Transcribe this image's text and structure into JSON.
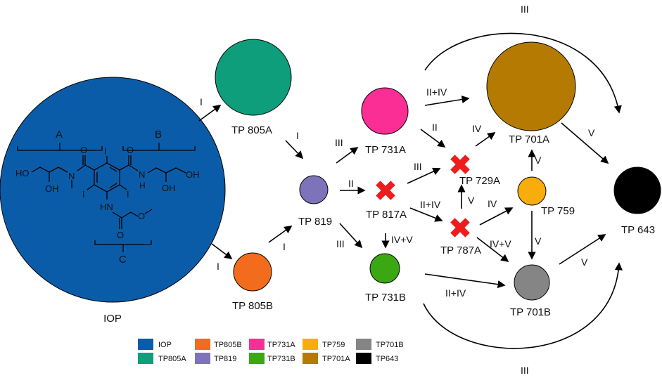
{
  "nodes": [
    {
      "id": "iop",
      "label": "IOP",
      "color": "#0b5ca8"
    },
    {
      "id": "tp805a",
      "label": "TP 805A",
      "color": "#0e9e7b"
    },
    {
      "id": "tp805b",
      "label": "TP 805B",
      "color": "#f36b1c"
    },
    {
      "id": "tp819",
      "label": "TP 819",
      "color": "#7d73bb"
    },
    {
      "id": "tp731a",
      "label": "TP 731A",
      "color": "#fb2e96"
    },
    {
      "id": "tp817a",
      "label": "TP 817A",
      "color": ""
    },
    {
      "id": "tp731b",
      "label": "TP 731B",
      "color": "#3aa713"
    },
    {
      "id": "tp729a",
      "label": "TP 729A",
      "color": ""
    },
    {
      "id": "tp787a",
      "label": "TP 787A",
      "color": ""
    },
    {
      "id": "tp701a",
      "label": "TP 701A",
      "color": "#b47a02"
    },
    {
      "id": "tp759",
      "label": "TP 759",
      "color": "#f8ad0d"
    },
    {
      "id": "tp701b",
      "label": "TP 701B",
      "color": "#858585"
    },
    {
      "id": "tp643",
      "label": "TP 643",
      "color": "#000000"
    }
  ],
  "edges": [
    {
      "id": "iop-805a",
      "label": "I"
    },
    {
      "id": "iop-805b",
      "label": "I"
    },
    {
      "id": "805a-819",
      "label": "I"
    },
    {
      "id": "805b-819",
      "label": "I"
    },
    {
      "id": "819-731a",
      "label": "III"
    },
    {
      "id": "819-817a",
      "label": "II"
    },
    {
      "id": "819-731b",
      "label": "III"
    },
    {
      "id": "731a-701a",
      "label": "II+IV"
    },
    {
      "id": "731a-729a",
      "label": "II"
    },
    {
      "id": "817a-729a",
      "label": "III"
    },
    {
      "id": "817a-787a",
      "label": "II+IV"
    },
    {
      "id": "817a-731b",
      "label": "IV+V"
    },
    {
      "id": "731b-701b",
      "label": "II+IV"
    },
    {
      "id": "729a-701a",
      "label": "IV"
    },
    {
      "id": "787a-729a",
      "label": "V"
    },
    {
      "id": "787a-759",
      "label": "IV"
    },
    {
      "id": "787a-701b",
      "label": "IV+V"
    },
    {
      "id": "759-701a",
      "label": "V"
    },
    {
      "id": "759-701b",
      "label": "V"
    },
    {
      "id": "701a-643",
      "label": "V"
    },
    {
      "id": "701b-643",
      "label": "V"
    },
    {
      "id": "arc-top",
      "label": "III"
    },
    {
      "id": "arc-bottom",
      "label": "III"
    }
  ],
  "molecule": {
    "region_a": "A",
    "region_b": "B",
    "region_c": "C",
    "atoms": {
      "I": "I",
      "HO": "HO",
      "OH": "OH",
      "O": "O",
      "N": "N",
      "H": "H",
      "HN": "HN"
    }
  },
  "legend": [
    {
      "label": "IOP",
      "color": "#0b5ca8"
    },
    {
      "label": "TP805B",
      "color": "#f36b1c"
    },
    {
      "label": "TP731A",
      "color": "#fb2e96"
    },
    {
      "label": "TP759",
      "color": "#f8ad0d"
    },
    {
      "label": "TP701B",
      "color": "#858585"
    },
    {
      "label": "TP805A",
      "color": "#0e9e7b"
    },
    {
      "label": "TP819",
      "color": "#7d73bb"
    },
    {
      "label": "TP731B",
      "color": "#3aa713"
    },
    {
      "label": "TP701A",
      "color": "#b47a02"
    },
    {
      "label": "TP643",
      "color": "#000000"
    }
  ],
  "crossmark_color": "#ee1c1c"
}
